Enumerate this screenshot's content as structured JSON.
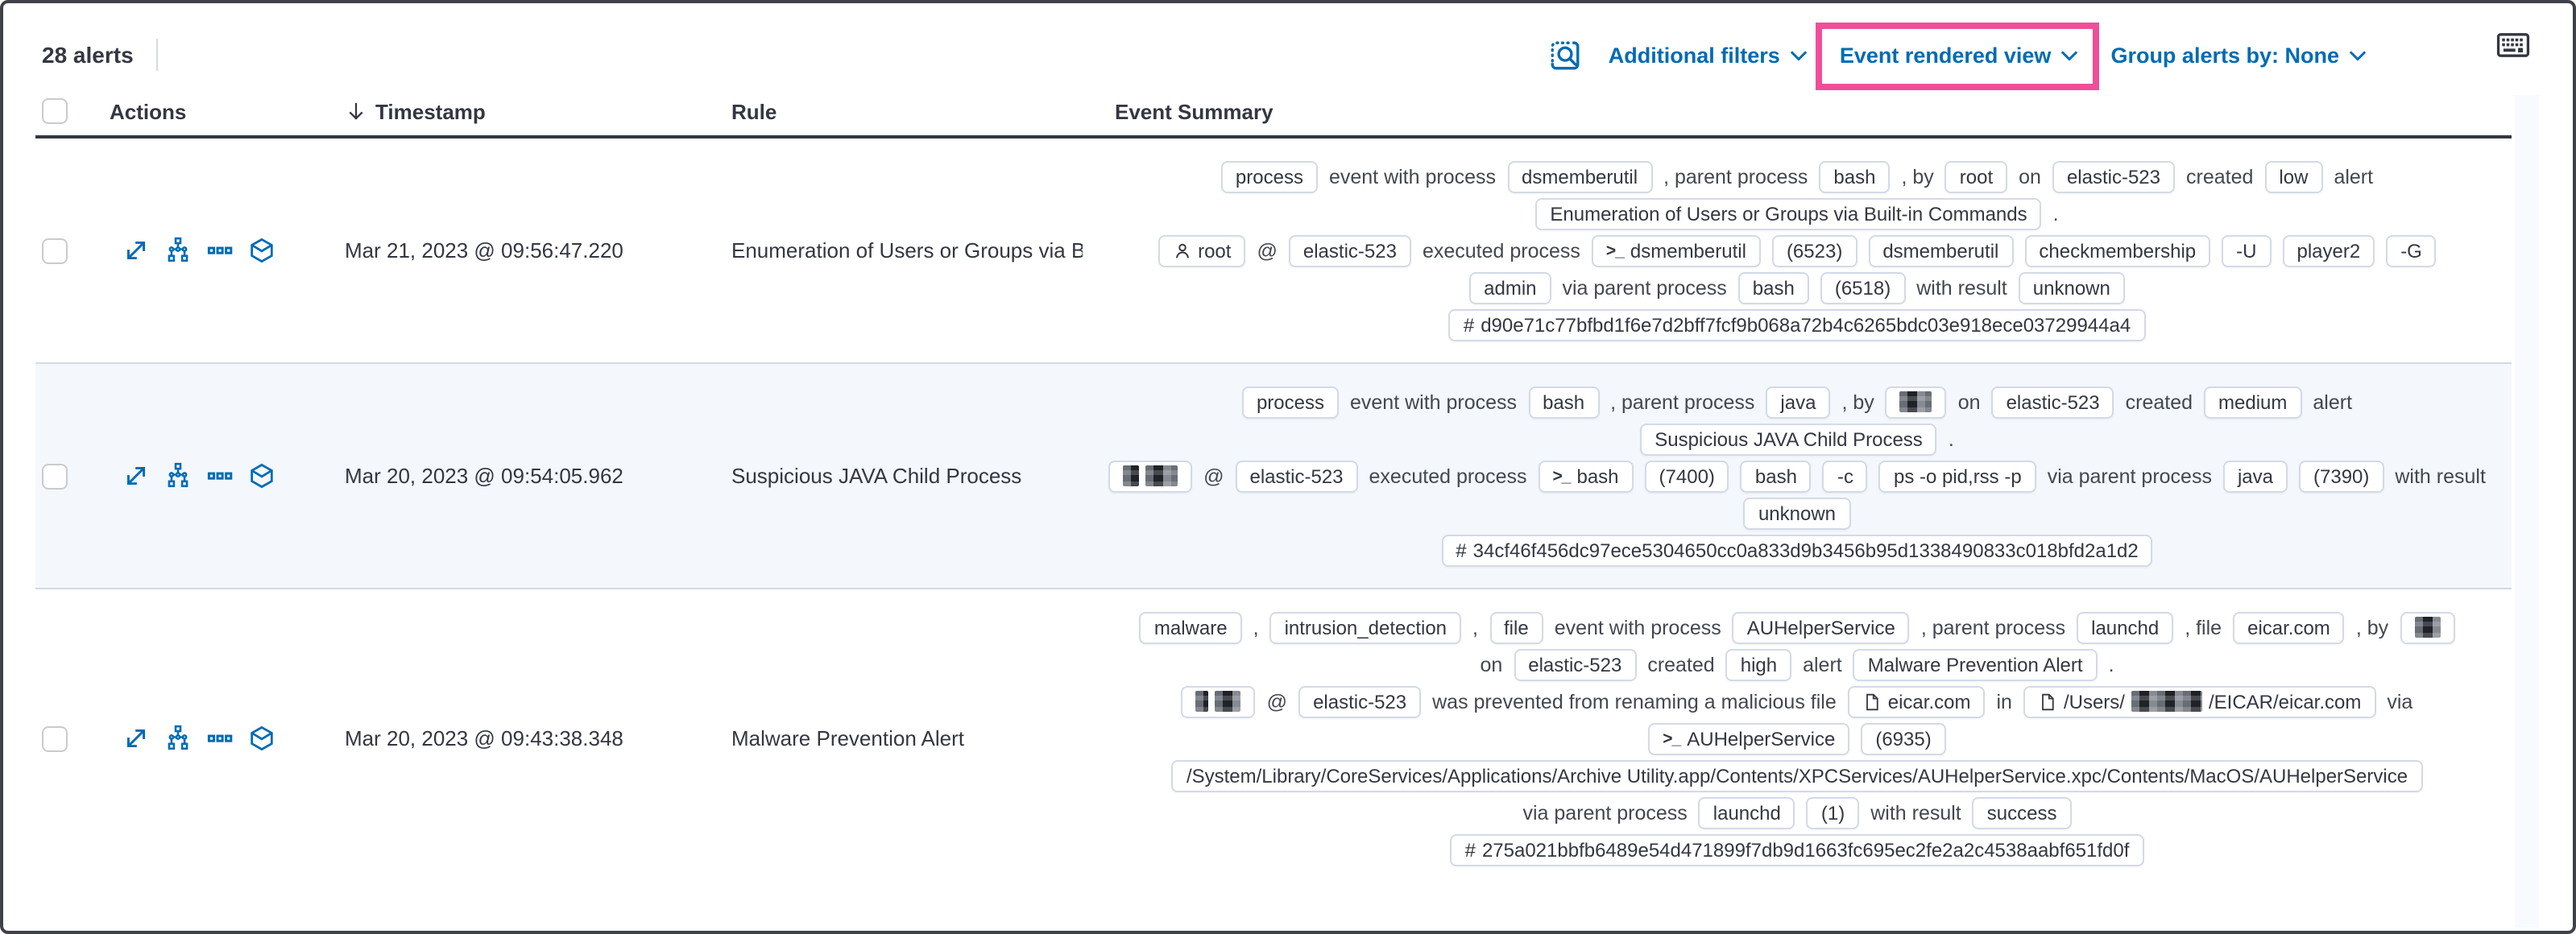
{
  "colors": {
    "accent_blue": "#006bb4",
    "annotation_pink": "#f04e98",
    "stripe_row": "#f4f7fc",
    "badge_border": "#d3dae6",
    "text_dark": "#343741"
  },
  "toolbar": {
    "alert_count": "28 alerts",
    "additional_filters_label": "Additional filters",
    "view_selector_label": "Event rendered view",
    "group_by_label": "Group alerts by: None",
    "icons": [
      "inspect-icon",
      "keyboard-shortcuts-icon"
    ]
  },
  "table": {
    "headers": {
      "actions": "Actions",
      "timestamp": "Timestamp",
      "rule": "Rule",
      "event_summary": "Event Summary"
    },
    "action_icons": [
      "expand-alert",
      "analyze-event",
      "more-actions",
      "open-session-view"
    ],
    "rows": [
      {
        "timestamp": "Mar 21, 2023 @ 09:56:47.220",
        "rule": "Enumeration of Users or Groups via Bui",
        "striped": false,
        "summary": [
          [
            {
              "b": "process"
            },
            {
              "t": "event with process"
            },
            {
              "b": "dsmemberutil"
            },
            {
              "t": ", parent process"
            },
            {
              "b": "bash"
            },
            {
              "t": ", by"
            },
            {
              "b": "root"
            },
            {
              "t": "on"
            },
            {
              "b": "elastic-523"
            },
            {
              "t": "created"
            },
            {
              "b": "low"
            },
            {
              "t": "alert"
            }
          ],
          [
            {
              "b": "Enumeration of Users or Groups via Built-in Commands"
            },
            {
              "t": "."
            }
          ],
          [
            {
              "b": "root",
              "i": "user"
            },
            {
              "t": "@"
            },
            {
              "b": "elastic-523"
            },
            {
              "t": "executed process"
            },
            {
              "b": "dsmemberutil",
              "i": "terminal"
            },
            {
              "b": "(6523)"
            },
            {
              "b": "dsmemberutil"
            },
            {
              "b": "checkmembership"
            },
            {
              "b": "-U"
            },
            {
              "b": "player2"
            },
            {
              "b": "-G"
            }
          ],
          [
            {
              "b": "admin"
            },
            {
              "t": "via parent process"
            },
            {
              "b": "bash"
            },
            {
              "b": "(6518)"
            },
            {
              "t": "with result"
            },
            {
              "b": "unknown"
            }
          ],
          [
            {
              "b": "d90e71c77bfbd1f6e7d2bff7fcf9b068a72b4c6265bdc03e918ece03729944a4",
              "i": "hash"
            }
          ]
        ]
      },
      {
        "timestamp": "Mar 20, 2023 @ 09:54:05.962",
        "rule": "Suspicious JAVA Child Process",
        "striped": true,
        "summary": [
          [
            {
              "b": "process"
            },
            {
              "t": "event with process"
            },
            {
              "b": "bash"
            },
            {
              "t": ", parent process"
            },
            {
              "b": "java"
            },
            {
              "t": ", by"
            },
            {
              "b": [
                {
                  "r": 20
                }
              ]
            },
            {
              "t": "on"
            },
            {
              "b": "elastic-523"
            },
            {
              "t": "created"
            },
            {
              "b": "medium"
            },
            {
              "t": "alert"
            }
          ],
          [
            {
              "b": "Suspicious JAVA Child Process"
            },
            {
              "t": "."
            }
          ],
          [
            {
              "b": [
                {
                  "r": 10
                },
                {
                  "r": 20
                }
              ]
            },
            {
              "t": "@"
            },
            {
              "b": "elastic-523"
            },
            {
              "t": "executed process"
            },
            {
              "b": "bash",
              "i": "terminal"
            },
            {
              "b": "(7400)"
            },
            {
              "b": "bash"
            },
            {
              "b": "-c"
            },
            {
              "b": "ps -o pid,rss -p"
            },
            {
              "t": "via parent process"
            },
            {
              "b": "java"
            },
            {
              "b": "(7390)"
            },
            {
              "t": "with result"
            }
          ],
          [
            {
              "b": "unknown"
            }
          ],
          [
            {
              "b": "34cf46f456dc97ece5304650cc0a833d9b3456b95d1338490833c018bfd2a1d2",
              "i": "hash"
            }
          ]
        ]
      },
      {
        "timestamp": "Mar 20, 2023 @ 09:43:38.348",
        "rule": "Malware Prevention Alert",
        "striped": false,
        "summary": [
          [
            {
              "b": "malware"
            },
            {
              "t": ","
            },
            {
              "b": "intrusion_detection"
            },
            {
              "t": ","
            },
            {
              "b": "file"
            },
            {
              "t": "event with process"
            },
            {
              "b": "AUHelperService"
            },
            {
              "t": ", parent process"
            },
            {
              "b": "launchd"
            },
            {
              "t": ", file"
            },
            {
              "b": "eicar.com"
            },
            {
              "t": ", by"
            },
            {
              "b": [
                {
                  "r": 16
                }
              ]
            }
          ],
          [
            {
              "t": "on"
            },
            {
              "b": "elastic-523"
            },
            {
              "t": "created"
            },
            {
              "b": "high"
            },
            {
              "t": "alert"
            },
            {
              "b": "Malware Prevention Alert"
            },
            {
              "t": "."
            }
          ],
          [
            {
              "b": [
                {
                  "r": 8
                },
                {
                  "r": 16
                }
              ]
            },
            {
              "t": "@"
            },
            {
              "b": "elastic-523"
            },
            {
              "t": "was prevented from renaming a malicious file"
            },
            {
              "b": "eicar.com",
              "i": "file"
            },
            {
              "t": "in"
            },
            {
              "b": [
                "/Users/",
                {
                  "r": 44
                },
                "/EICAR/eicar.com"
              ],
              "i": "file"
            },
            {
              "t": "via"
            }
          ],
          [
            {
              "b": "AUHelperService",
              "i": "terminal"
            },
            {
              "b": "(6935)"
            }
          ],
          [
            {
              "b": "/System/Library/CoreServices/Applications/Archive Utility.app/Contents/XPCServices/AUHelperService.xpc/Contents/MacOS/AUHelperService"
            }
          ],
          [
            {
              "t": "via parent process"
            },
            {
              "b": "launchd"
            },
            {
              "b": "(1)"
            },
            {
              "t": "with result"
            },
            {
              "b": "success"
            }
          ],
          [
            {
              "b": "275a021bbfb6489e54d471899f7db9d1663fc695ec2fe2a2c4538aabf651fd0f",
              "i": "hash"
            }
          ]
        ]
      }
    ]
  }
}
